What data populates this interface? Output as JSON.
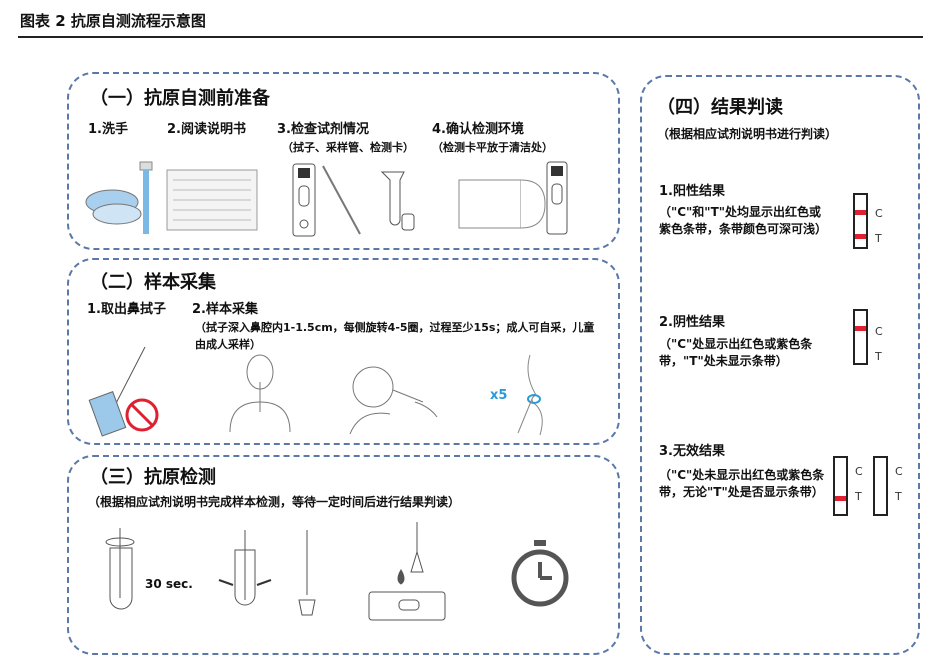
{
  "figure_title": "图表 2  抗原自测流程示意图",
  "band_color": "#e02030",
  "border_color": "#5a78a8",
  "section1": {
    "title": "（一）抗原自测前准备",
    "steps": [
      {
        "label": "1.洗手",
        "note": ""
      },
      {
        "label": "2.阅读说明书",
        "note": ""
      },
      {
        "label": "3.检查试剂情况",
        "note": "（拭子、采样管、检测卡）"
      },
      {
        "label": "4.确认检测环境",
        "note": "（检测卡平放于清洁处）"
      }
    ]
  },
  "section2": {
    "title": "（二）样本采集",
    "step1": "1.取出鼻拭子",
    "step2": "2.样本采集",
    "note": "（拭子深入鼻腔内1-1.5cm，每侧旋转4-5圈，过程至少15s；成人可自采，儿童由成人采样）",
    "times": "x5"
  },
  "section3": {
    "title": "（三）抗原检测",
    "note": "（根据相应试剂说明书完成样本检测，等待一定时间后进行结果判读）",
    "duration": "30 sec."
  },
  "section4": {
    "title": "（四）结果判读",
    "subtitle": "（根据相应试剂说明书进行判读）",
    "c_label": "C",
    "t_label": "T",
    "results": [
      {
        "title": "1.阳性结果",
        "desc": "（\"C\"和\"T\"处均显示出红色或紫色条带，条带颜色可深可浅）"
      },
      {
        "title": "2.阴性结果",
        "desc": "（\"C\"处显示出红色或紫色条带，\"T\"处未显示条带）"
      },
      {
        "title": "3.无效结果",
        "desc": "（\"C\"处未显示出红色或紫色条带，无论\"T\"处是否显示条带）"
      }
    ]
  }
}
